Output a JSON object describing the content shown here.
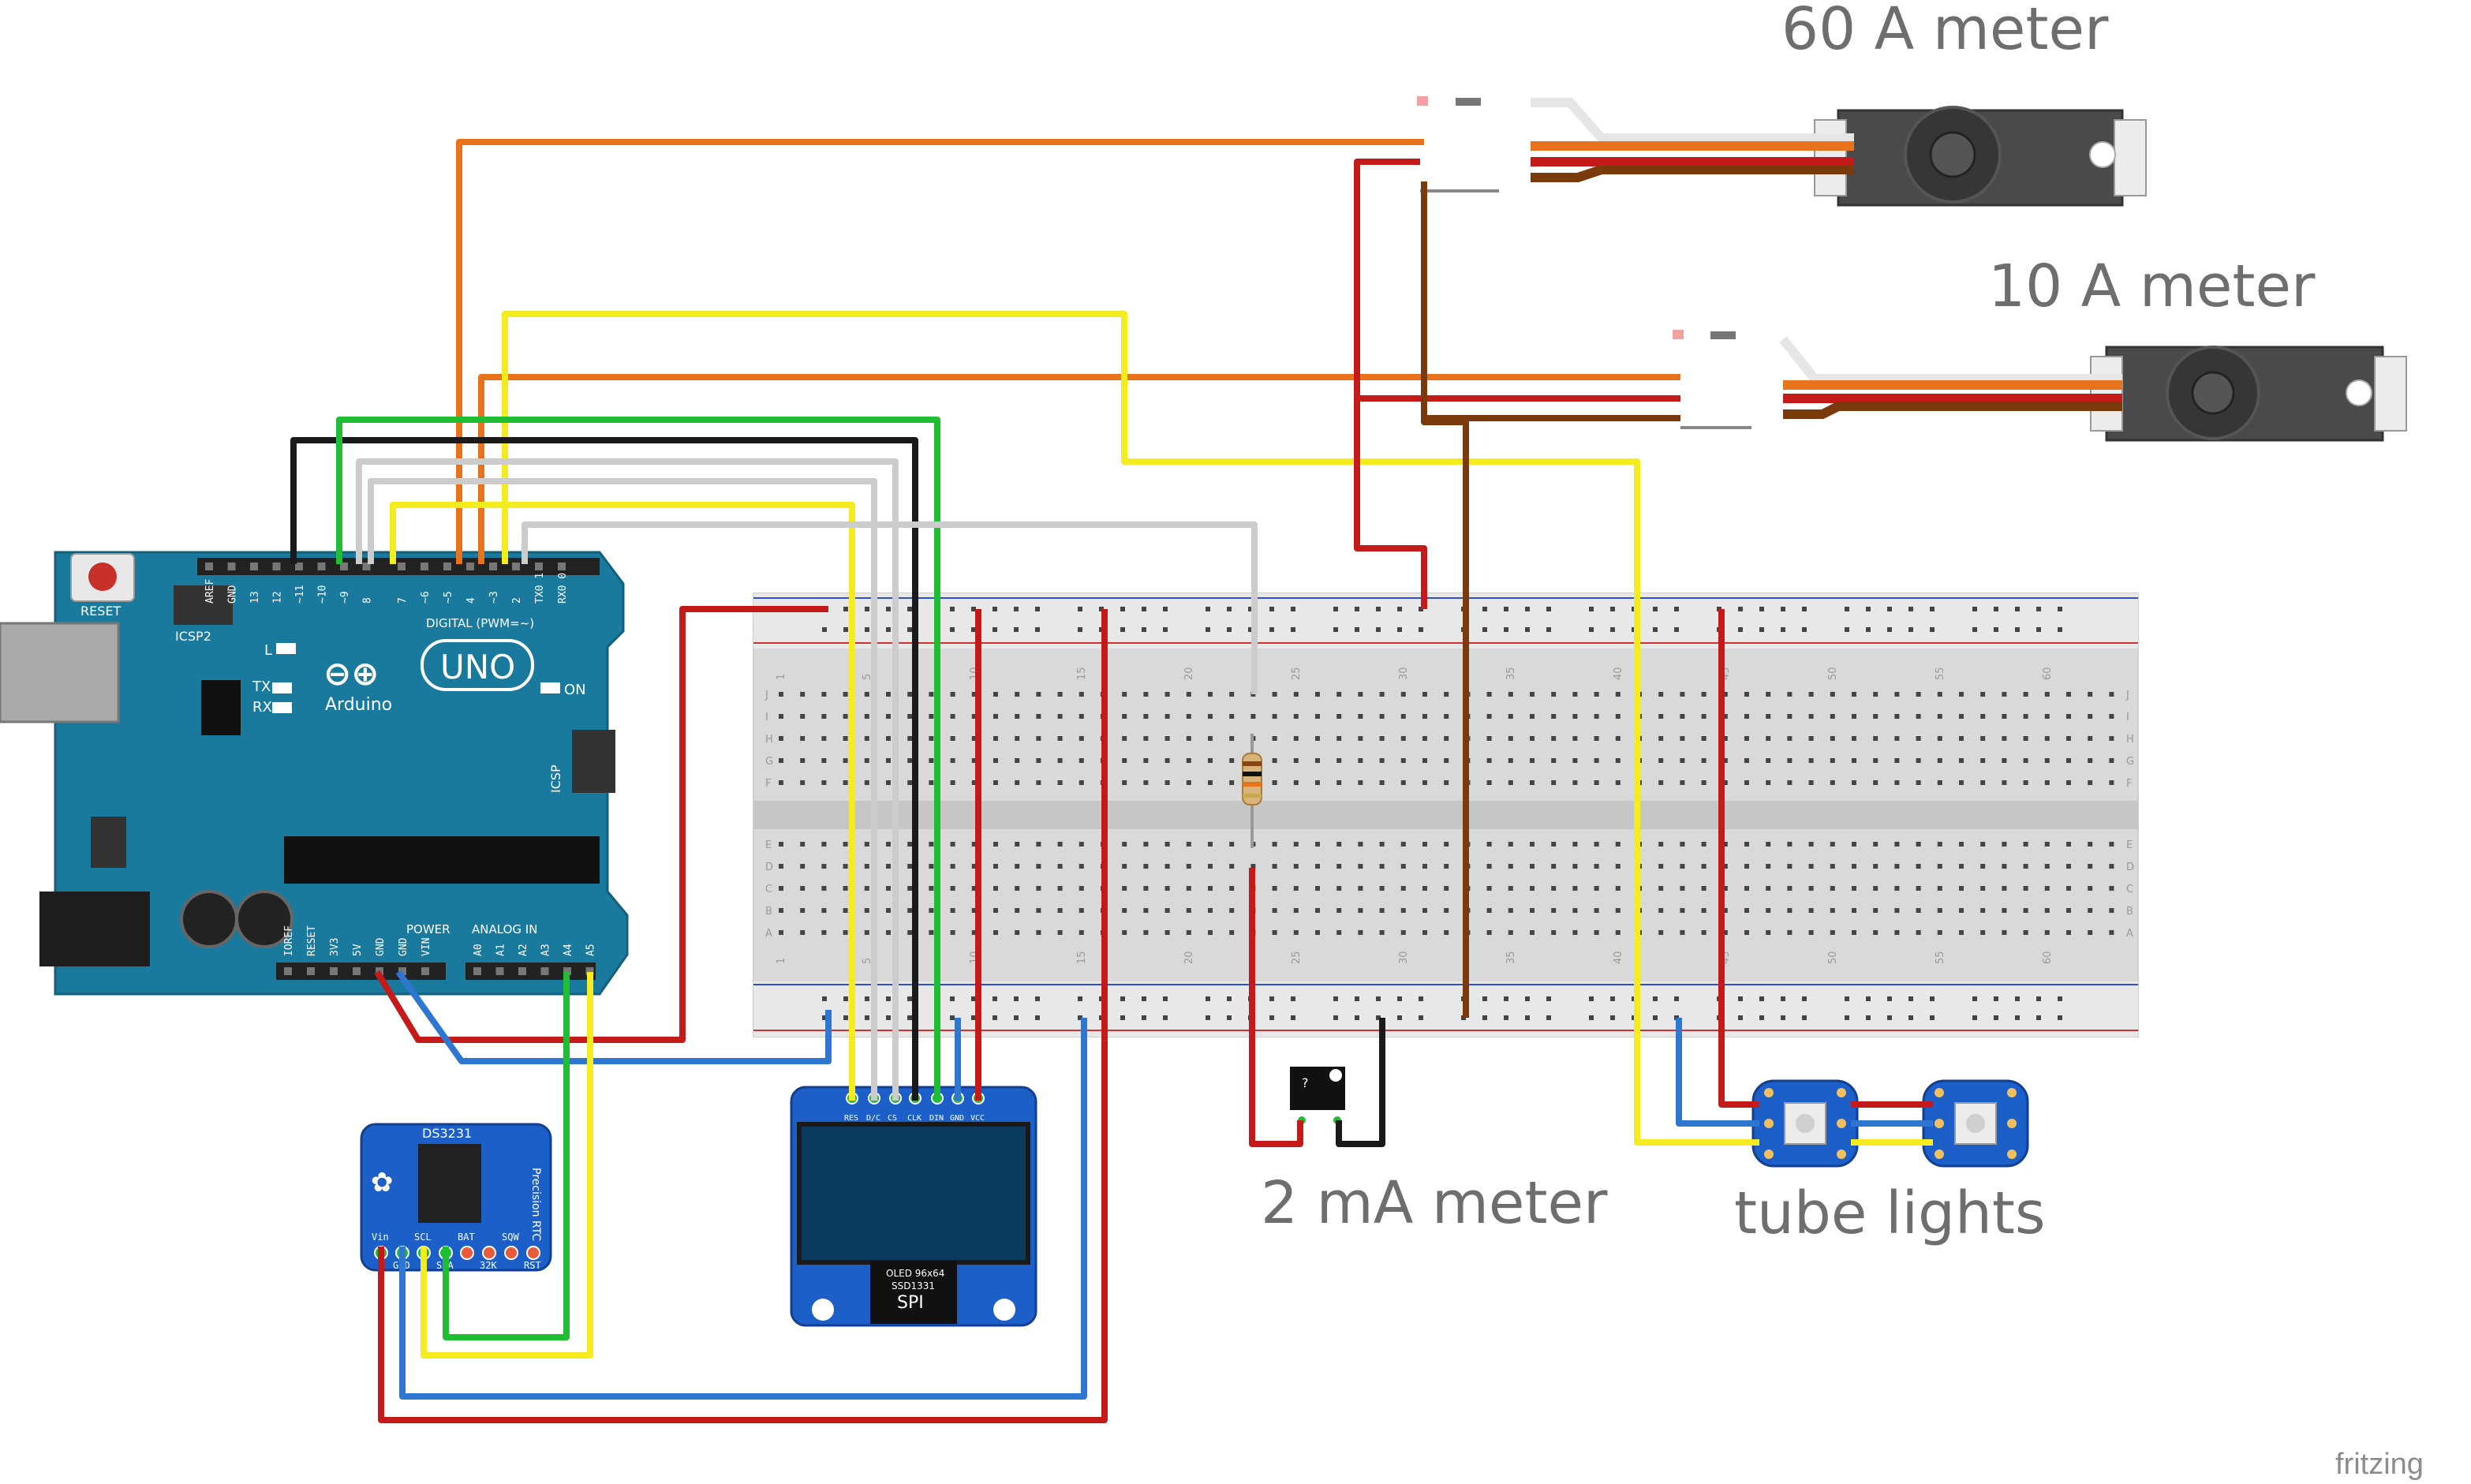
{
  "labels": {
    "meter_60a": "60 A meter",
    "meter_10a": "10 A meter",
    "meter_2ma": "2 mA meter",
    "tube_lights": "tube lights",
    "brand": "fritzing"
  },
  "arduino": {
    "name": "Arduino",
    "model": "UNO",
    "reset": "RESET",
    "icsp2": "ICSP2",
    "icsp": "ICSP",
    "on": "ON",
    "l": "L",
    "tx": "TX",
    "rx": "RX",
    "digital": "DIGITAL (PWM=~)",
    "power": "POWER",
    "analog": "ANALOG IN",
    "digital_pins": [
      "AREF",
      "GND",
      "13",
      "12",
      "~11",
      "~10",
      "~9",
      "8",
      "7",
      "~6",
      "~5",
      "4",
      "~3",
      "2",
      "TX0 1",
      "RX0 0"
    ],
    "power_pins": [
      "IOREF",
      "RESET",
      "3V3",
      "5V",
      "GND",
      "GND",
      "VIN"
    ],
    "analog_pins": [
      "A0",
      "A1",
      "A2",
      "A3",
      "A4",
      "A5"
    ]
  },
  "rtc": {
    "name": "DS3231",
    "subtitle": "Precision RTC",
    "pins_top": [
      "Vin",
      "SCL",
      "BAT",
      "SQW"
    ],
    "pins_bottom": [
      "GND",
      "SDA",
      "32K",
      "RST"
    ]
  },
  "oled": {
    "pins": [
      "RES",
      "D/C",
      "CS",
      "CLK",
      "DIN",
      "GND",
      "VCC"
    ],
    "chip_line1": "OLED 96x64",
    "chip_line2": "SSD1331",
    "chip_line3": "SPI"
  },
  "breadboard": {
    "column_numbers": [
      "1",
      "5",
      "10",
      "15",
      "20",
      "25",
      "30",
      "35",
      "40",
      "45",
      "50",
      "55",
      "60"
    ],
    "row_letters_top": [
      "J",
      "I",
      "H",
      "G",
      "F"
    ],
    "row_letters_bottom": [
      "E",
      "D",
      "C",
      "B",
      "A"
    ]
  },
  "meter_2ma_chip": "?",
  "colors": {
    "orange": "#e8731a",
    "yellow": "#f4ec1e",
    "green": "#1fbe33",
    "black": "#1a1a1a",
    "gray": "#c8c8c8",
    "white": "#e6e6e6",
    "red": "#c41a1a",
    "brown": "#7a3a0c",
    "blue": "#2e77d0",
    "arduino_teal": "#1a7a9e",
    "module_blue": "#1d5fc9"
  }
}
